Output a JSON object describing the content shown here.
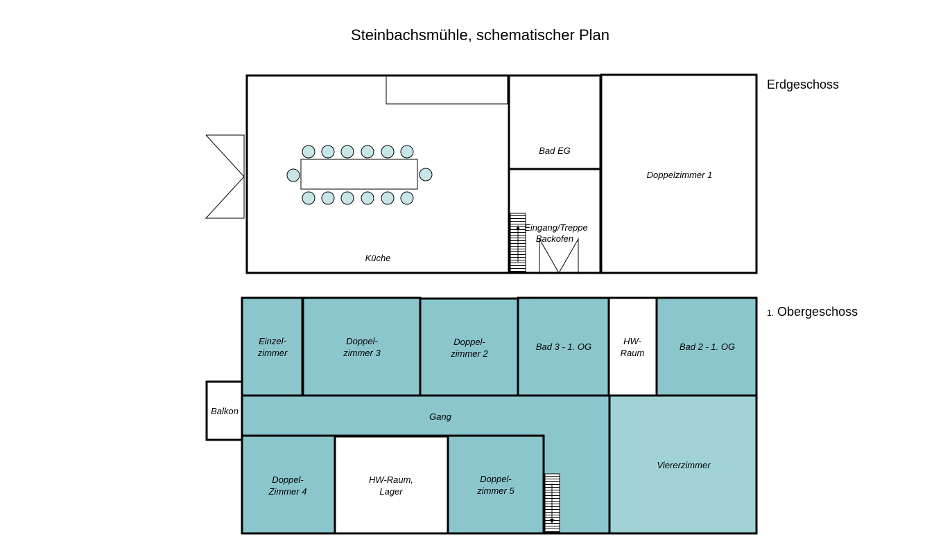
{
  "title": "Steinbachsmühle, schematischer Plan",
  "floors": {
    "ground": {
      "label": "Erdgeschoss",
      "rooms": {
        "kueche": "Küche",
        "bad_eg": "Bad EG",
        "eingang_line1": "Eingang/Treppe",
        "eingang_line2": "Backofen",
        "doppelzimmer1": "Doppelzimmer  1"
      }
    },
    "upper": {
      "label_prefix": "1.",
      "label": "Obergeschoss",
      "rooms": {
        "einzel_line1": "Einzel-",
        "einzel_line2": "zimmer",
        "dz3_line1": "Doppel-",
        "dz3_line2": "zimmer 3",
        "dz2_line1": "Doppel-",
        "dz2_line2": "zimmer 2",
        "bad3": "Bad 3 - 1. OG",
        "hw_line1": "HW-",
        "hw_line2": "Raum",
        "bad2": "Bad 2 - 1. OG",
        "balkon": "Balkon",
        "gang": "Gang",
        "dz4_line1": "Doppel-",
        "dz4_line2": "Zimmer 4",
        "lager_line1": "HW-Raum,",
        "lager_line2": "Lager",
        "dz5_line1": "Doppel-",
        "dz5_line2": "zimmer 5",
        "vierer": "Viererzimmer"
      }
    }
  },
  "colors": {
    "room_teal": "#8bc6cc",
    "room_light_teal": "#a1d3d6",
    "chair": "#c7e6e8",
    "wall": "#000000"
  }
}
